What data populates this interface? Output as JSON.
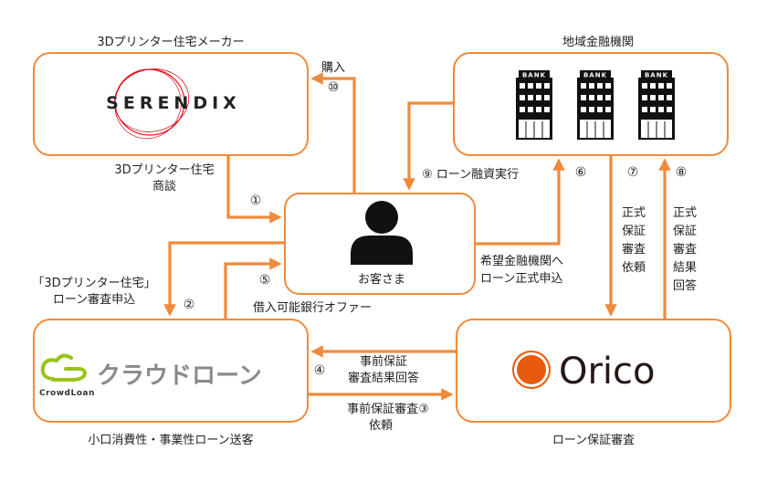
{
  "colors": {
    "accent": "#f08a3c",
    "orico": "#e85a0c",
    "serendix_red": "#e0101e",
    "crowd_green": "#9ac31c",
    "crowd_gray": "#888888"
  },
  "nodes": {
    "maker": {
      "title": "3Dプリンター住宅メーカー",
      "logo": "SERENDIX"
    },
    "bank": {
      "title": "地域金融機関",
      "logo": "BANK"
    },
    "customer": {
      "title": "お客さま"
    },
    "crowdloan": {
      "title": "小口消費性・事業性ローン送客",
      "logo_main": "クラウドローン",
      "logo_sub": "CrowdLoan"
    },
    "orico": {
      "title": "ローン保証審査",
      "logo": "Orico"
    }
  },
  "steps": {
    "s1": {
      "num": "①",
      "lines": [
        "3Dプリンター住宅",
        "商談"
      ]
    },
    "s2": {
      "num": "②",
      "lines": [
        "「3Dプリンター住宅」",
        "ローン審査申込"
      ]
    },
    "s3": {
      "label": "事前保証審査③",
      "line2": "依頼"
    },
    "s4": {
      "num": "④",
      "lines": [
        "事前保証",
        "審査結果回答"
      ]
    },
    "s5": {
      "num": "⑤",
      "label": "借入可能銀行オファー"
    },
    "s6": {
      "num": "⑥",
      "lines": [
        "希望金融機関へ",
        "ローン正式申込"
      ]
    },
    "s7": {
      "num": "⑦",
      "lines": [
        "正式",
        "保証",
        "審査",
        "依頼"
      ]
    },
    "s8": {
      "num": "⑧",
      "lines": [
        "正式",
        "保証",
        "審査",
        "結果",
        "回答"
      ]
    },
    "s9": {
      "label": "⑨ ローン融資実行"
    },
    "s10": {
      "num": "⑩",
      "label": "購入"
    }
  }
}
